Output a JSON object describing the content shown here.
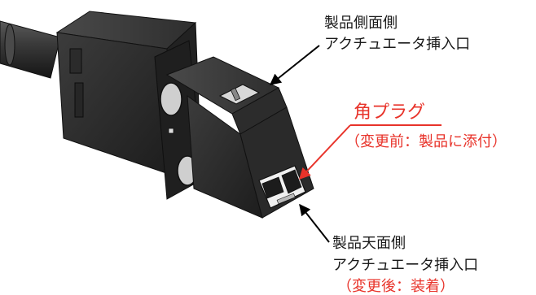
{
  "callouts": {
    "side_insertion": {
      "line1": "製品側面側",
      "line2": "アクチュエータ挿入口"
    },
    "square_plug": {
      "title": "角プラグ",
      "note": "（変更前：製品に添付）"
    },
    "top_insertion": {
      "line1": "製品天面側",
      "line2": "アクチュエータ挿入口",
      "note": "（変更後：装着）"
    }
  },
  "colors": {
    "accent": "#e8332a",
    "text": "#1a1a1a",
    "body": "#2a2a2a"
  }
}
